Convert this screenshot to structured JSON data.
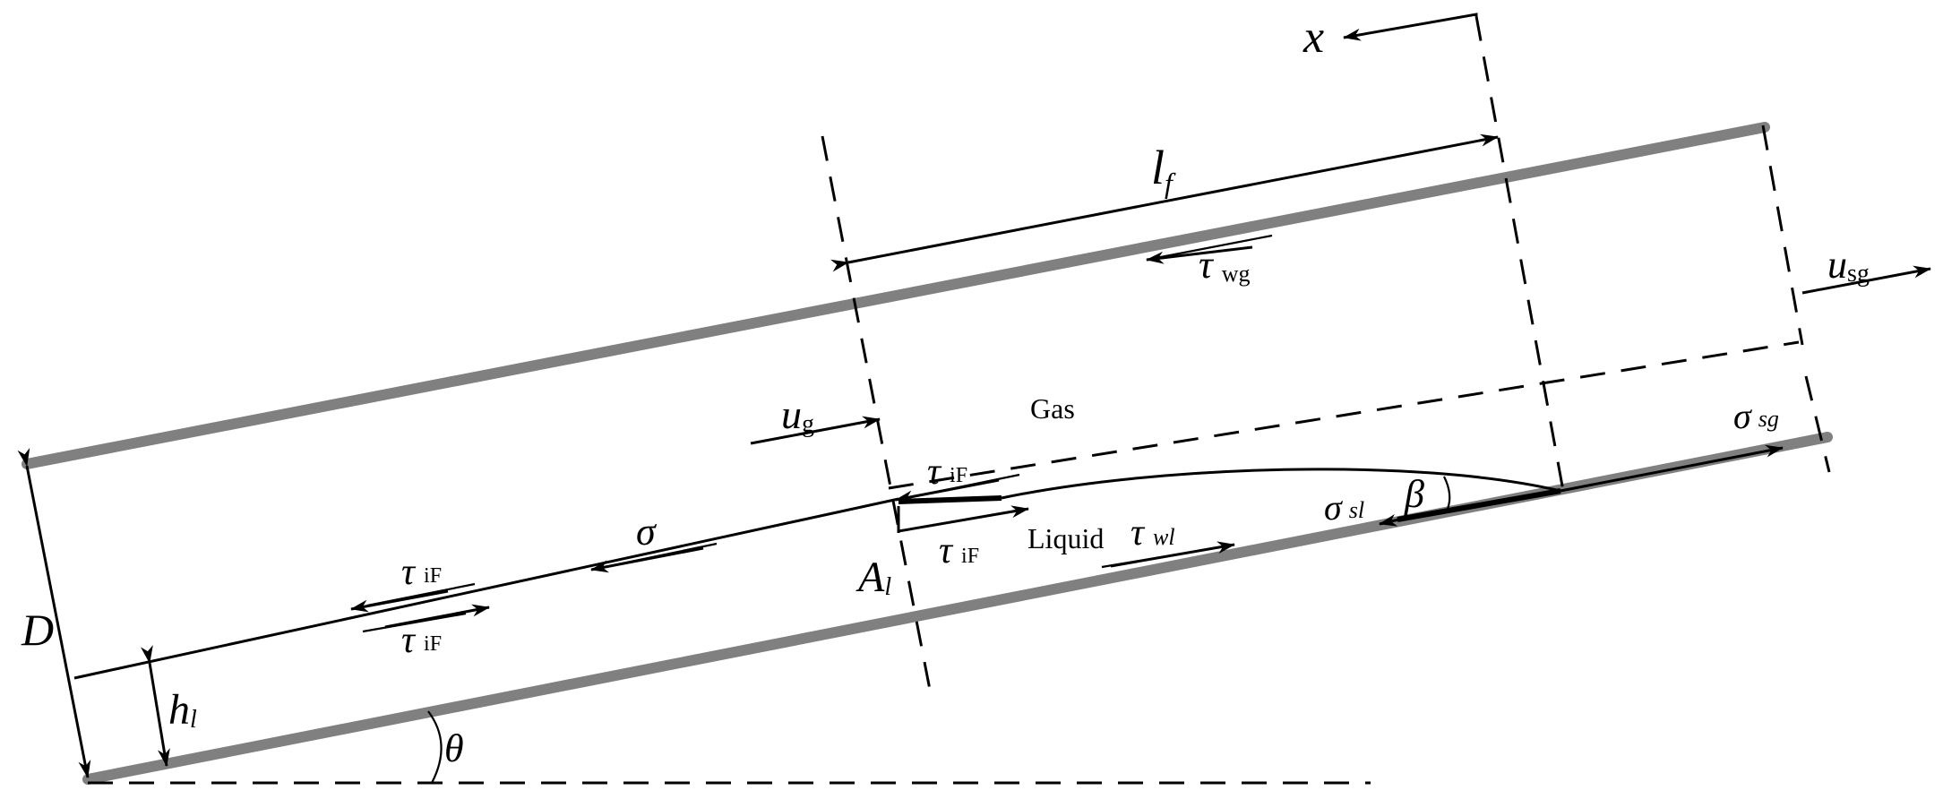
{
  "labels": {
    "x": "x",
    "lf_main": "l",
    "lf_sub": "f",
    "tau": "τ",
    "sigma": "σ",
    "u": "u",
    "beta": "β",
    "theta": "θ",
    "D": "D",
    "h": "h",
    "A": "A",
    "sub_wg": "wg",
    "sub_sg": "sg",
    "sub_g": "g",
    "sub_iF": "iF",
    "sub_wl": "wl",
    "sub_sl": "sl",
    "sub_l": "l",
    "gas": "Gas",
    "liquid": "Liquid"
  },
  "colors": {
    "pipe_wall": "#808080",
    "line": "#000000",
    "background": "#ffffff"
  }
}
